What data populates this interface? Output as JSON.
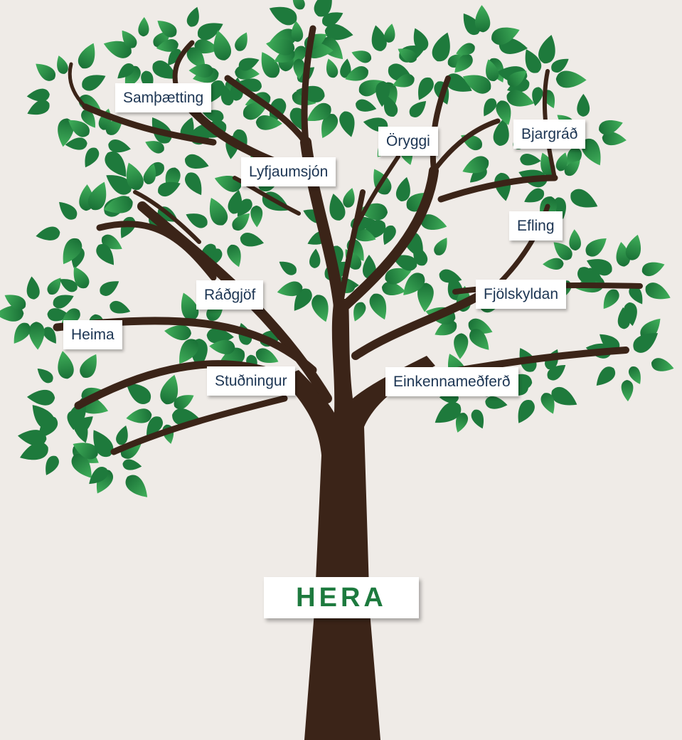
{
  "root": {
    "label": "HERA"
  },
  "branches": [
    {
      "label": "Samþætting"
    },
    {
      "label": "Lyfjaumsjón"
    },
    {
      "label": "Öryggi"
    },
    {
      "label": "Bjargráð"
    },
    {
      "label": "Efling"
    },
    {
      "label": "Ráðgjöf"
    },
    {
      "label": "Fjölskyldan"
    },
    {
      "label": "Heima"
    },
    {
      "label": "Stuðningur"
    },
    {
      "label": "Einkennameðferð"
    }
  ],
  "colors": {
    "background": "#efebe7",
    "trunk": "#3b2418",
    "leaf_dark": "#1e7a3c",
    "leaf_light": "#38a653",
    "label_text": "#1c3553",
    "root_text": "#1d7a3e"
  }
}
